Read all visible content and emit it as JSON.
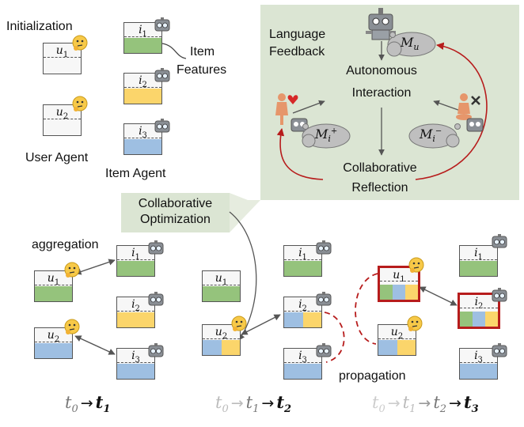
{
  "colors": {
    "green": "#95c37c",
    "yellow": "#fbd56b",
    "blue": "#9ebfe2",
    "panel": "#dbe5d3",
    "red": "#b71c1c",
    "arrow": "#555555",
    "faded": "#b8b8b8"
  },
  "labels": {
    "initialization": "Initialization",
    "item_features": [
      "Item",
      "Features"
    ],
    "user_agent": "User Agent",
    "item_agent": "Item Agent",
    "language_feedback": [
      "Language",
      "Feedback"
    ],
    "autonomous": [
      "Autonomous",
      "Interaction"
    ],
    "reflection": [
      "Collaborative",
      "Reflection"
    ],
    "optimization": [
      "Collaborative",
      "Optimization"
    ],
    "aggregation": "aggregation",
    "propagation": "propagation"
  },
  "vars": {
    "u1": "u",
    "u1_sub": "1",
    "u2": "u",
    "u2_sub": "2",
    "i1": "i",
    "i1_sub": "1",
    "i2": "i",
    "i2_sub": "2",
    "i3": "i",
    "i3_sub": "3",
    "mu": "M",
    "mu_sub": "u",
    "mpos": "M",
    "mpos_sub": "i",
    "mpos_sup": "+",
    "mneg": "M",
    "mneg_sub": "i",
    "mneg_sup": "−"
  },
  "timeline": {
    "t0": "t",
    "t0_sub": "0",
    "t1": "t",
    "t1_sub": "1",
    "t2": "t",
    "t2_sub": "2",
    "t3": "t",
    "t3_sub": "3",
    "arrow": "→"
  },
  "icons": [
    "thinking-face-icon",
    "robot-icon",
    "person-heart-icon",
    "drummer-cross-icon",
    "thought-cloud-icon"
  ]
}
